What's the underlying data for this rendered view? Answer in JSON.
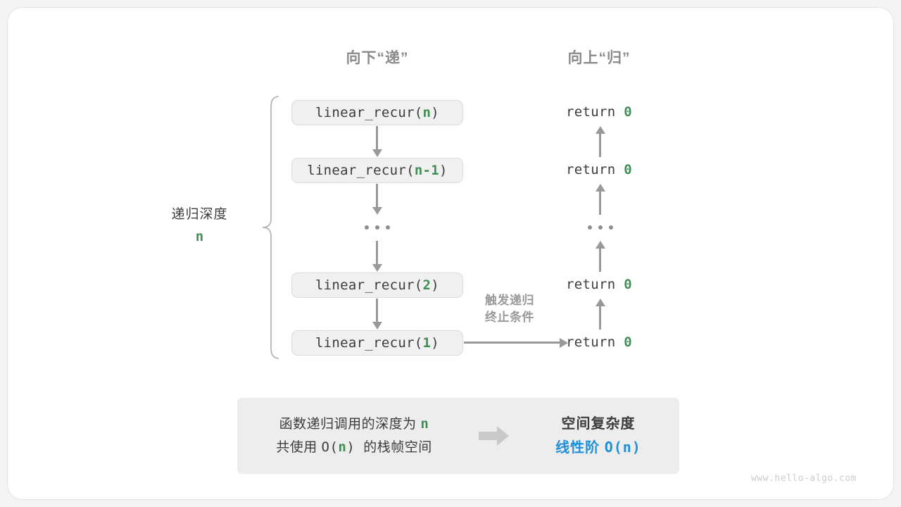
{
  "headings": {
    "down": "向下“递”",
    "up": "向上“归”"
  },
  "depth_label": {
    "text": "递归深度",
    "value": "n"
  },
  "call_stack": [
    {
      "prefix": "linear_recur(",
      "arg": "n",
      "suffix": ")"
    },
    {
      "prefix": "linear_recur(",
      "arg": "n-1",
      "suffix": ")"
    },
    {
      "prefix": "linear_recur(",
      "arg": "2",
      "suffix": ")"
    },
    {
      "prefix": "linear_recur(",
      "arg": "1",
      "suffix": ")"
    }
  ],
  "returns": [
    {
      "text": "return ",
      "value": "0"
    },
    {
      "text": "return ",
      "value": "0"
    },
    {
      "text": "return ",
      "value": "0"
    },
    {
      "text": "return ",
      "value": "0"
    }
  ],
  "ellipsis": "...",
  "trigger_note": {
    "line1": "触发递归",
    "line2": "终止条件"
  },
  "summary": {
    "left_line1_a": "函数递归调用的深度为 ",
    "left_line1_n": "n",
    "left_line2_a": "共使用 ",
    "left_line2_b": "O(",
    "left_line2_n": "n",
    "left_line2_c": ") ",
    "left_line2_d": "的栈帧空间",
    "right_title": "空间复杂度",
    "right_value_label": "线性阶 ",
    "right_value_mono": "O(n)"
  },
  "watermark": "www.hello-algo.com",
  "colors": {
    "accent_green": "#3f8f54",
    "accent_blue": "#1f8fd8",
    "line_gray": "#999999",
    "box_fill": "#f0f0f0",
    "panel_fill": "#ededed"
  }
}
